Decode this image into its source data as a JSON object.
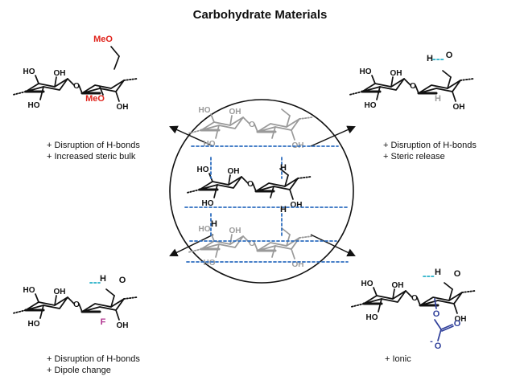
{
  "title": "Carbohydrate Materials",
  "colors": {
    "black": "#111111",
    "gray": "#9a9a9a",
    "red": "#e0231b",
    "purple": "#b0338f",
    "blue": "#2f3f9a",
    "hbond_cyan": "#26b0c8",
    "hbond_blue": "#2f6fc0"
  },
  "labels": {
    "HO": "HO",
    "OH": "OH",
    "H": "H",
    "O": "O",
    "MeO": "MeO",
    "F": "F",
    "neg": "-"
  },
  "panels": {
    "top_left": {
      "modification": "methylation",
      "captions": [
        "+ Disruption of H-bonds",
        "+ Increased steric bulk"
      ]
    },
    "top_right": {
      "modification": "deoxygenation",
      "captions": [
        "+ Disruption of H-bonds",
        "+ Steric release"
      ]
    },
    "bottom_left": {
      "modification": "fluorination",
      "captions": [
        "+ Disruption of H-bonds",
        "+ Dipole change"
      ]
    },
    "bottom_right": {
      "modification": "carboxymethylation",
      "captions": [
        "+ Ionic"
      ]
    }
  },
  "center": {
    "description_icon": "cellulose-sheet-circle"
  }
}
